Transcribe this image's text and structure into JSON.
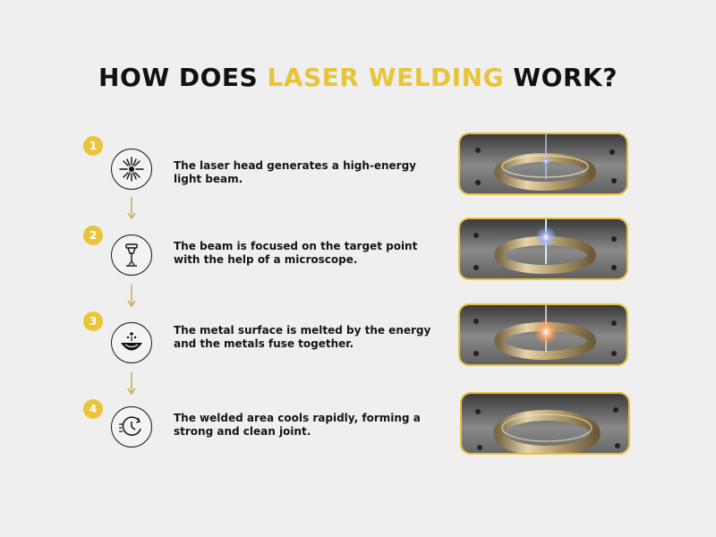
{
  "title": {
    "part1": "HOW DOES ",
    "highlight": "LASER WELDING",
    "part2": " WORK?"
  },
  "colors": {
    "accent": "#e9c53b",
    "text": "#111111",
    "background": "#efefef"
  },
  "steps": [
    {
      "number": "1",
      "icon": "laser-burst-icon",
      "text": "The laser head generates a high-energy light beam."
    },
    {
      "number": "2",
      "icon": "microscope-focus-icon",
      "text": "The beam is focused on the target point with the help of a microscope."
    },
    {
      "number": "3",
      "icon": "melting-metal-icon",
      "text": "The metal surface is melted by the energy and the metals fuse together."
    },
    {
      "number": "4",
      "icon": "cooling-clock-icon",
      "text": "The welded area cools rapidly, forming a strong and clean joint."
    }
  ]
}
